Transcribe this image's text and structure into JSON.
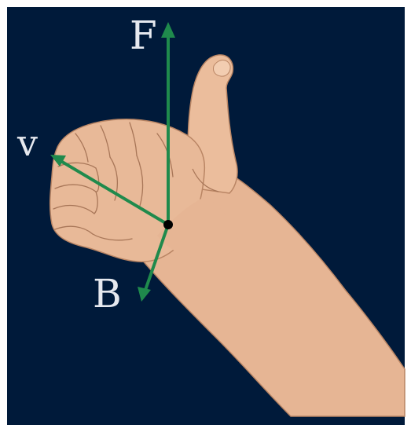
{
  "diagram": {
    "labels": {
      "force": "F",
      "velocity": "v",
      "field": "B"
    },
    "colors": {
      "background": "#001a3a",
      "frame": "#ffffff",
      "skin": "#e8b998",
      "skin_shadow": "#c89676",
      "skin_line": "#a87658",
      "arrow": "#1f8a4c",
      "origin_dot": "#000000",
      "label_text": "#e6e9ef"
    }
  }
}
